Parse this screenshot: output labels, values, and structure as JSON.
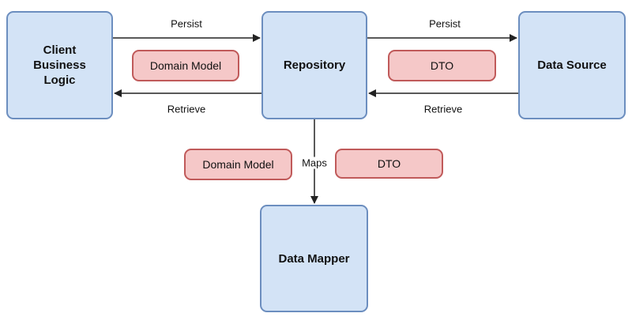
{
  "nodes": {
    "client": "Client\nBusiness\nLogic",
    "repository": "Repository",
    "data_source": "Data Source",
    "data_mapper": "Data Mapper"
  },
  "tags": {
    "domain_model_top": "Domain Model",
    "dto_top": "DTO",
    "domain_model_bottom": "Domain Model",
    "dto_bottom": "DTO"
  },
  "edges": {
    "persist_left": "Persist",
    "retrieve_left": "Retrieve",
    "persist_right": "Persist",
    "retrieve_right": "Retrieve",
    "maps": "Maps"
  },
  "colors": {
    "node_fill": "#d3e3f6",
    "node_stroke": "#6c8ebf",
    "tag_fill": "#f5c8c8",
    "tag_stroke": "#c05a5a",
    "edge": "#222222"
  }
}
